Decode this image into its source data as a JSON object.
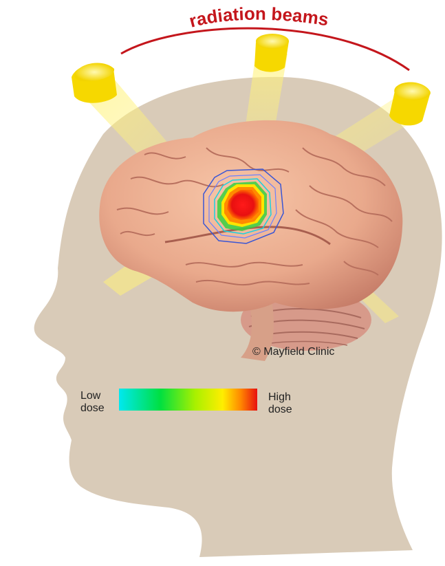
{
  "title": "radiation beams",
  "copyright": "© Mayfield Clinic",
  "legend": {
    "low_line1": "Low",
    "low_line2": "dose",
    "high_line1": "High",
    "high_line2": "dose",
    "gradient_colors": [
      "#00e8f0",
      "#00e040",
      "#a8f000",
      "#ffee00",
      "#ff8800",
      "#e81010"
    ]
  },
  "colors": {
    "title": "#c4161c",
    "arc": "#c4161c",
    "head": "#d9cbb8",
    "beam": "#ffe600",
    "brain": "#e9a98c",
    "cerebellum": "#d79a8a",
    "isodose_outer": "#3a56d4"
  }
}
